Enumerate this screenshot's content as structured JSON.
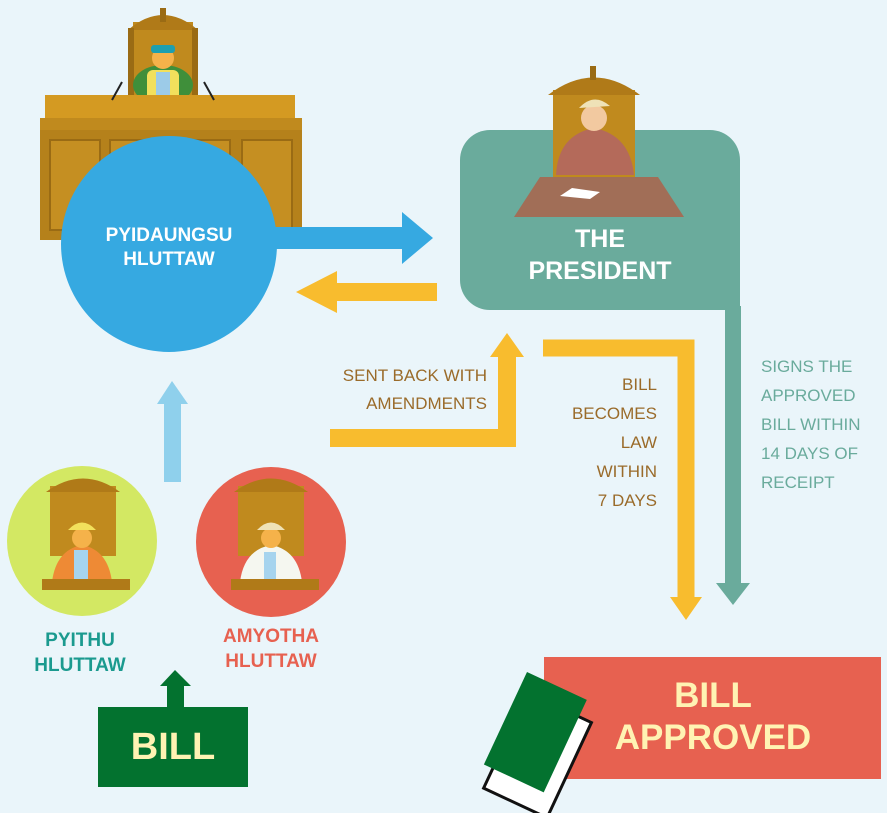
{
  "nodes": {
    "union_assembly": {
      "line1": "PYIDAUNGSU",
      "line2": "HLUTTAW"
    },
    "president": {
      "line1": "THE",
      "line2": "PRESIDENT"
    },
    "lower_house": {
      "line1": "PYITHU",
      "line2": "HLUTTAW"
    },
    "upper_house": {
      "line1": "AMYOTHA",
      "line2": "HLUTTAW"
    },
    "bill": {
      "label": "BILL"
    },
    "approved": {
      "line1": "BILL",
      "line2": "APPROVED"
    }
  },
  "edges": {
    "sent_back": {
      "line1": "SENT BACK WITH",
      "line2": "AMENDMENTS"
    },
    "becomes_law": {
      "line1": "BILL",
      "line2": "BECOMES",
      "line3": "LAW",
      "line4": "WITHIN",
      "line5": "7 DAYS"
    },
    "signs": {
      "line1": "SIGNS THE",
      "line2": "APPROVED",
      "line3": "BILL WITHIN",
      "line4": "14 DAYS OF",
      "line5": "RECEIPT"
    }
  },
  "colors": {
    "background": "#eaf5fa",
    "blue": "#36a9e1",
    "light_blue": "#8fd0ec",
    "teal": "#6aab9c",
    "yellow": "#f8bc2e",
    "green": "#03722f",
    "red": "#e76150",
    "lime": "#d3e863",
    "gold": "#c08a1e",
    "cream": "#fff3b3",
    "label_brown": "#9a6b2a",
    "label_teal": "#1b9a8f"
  },
  "icons": [
    "throne-icon",
    "speaker-figure-icon",
    "podium-icon",
    "president-figure-icon",
    "book-icon"
  ]
}
